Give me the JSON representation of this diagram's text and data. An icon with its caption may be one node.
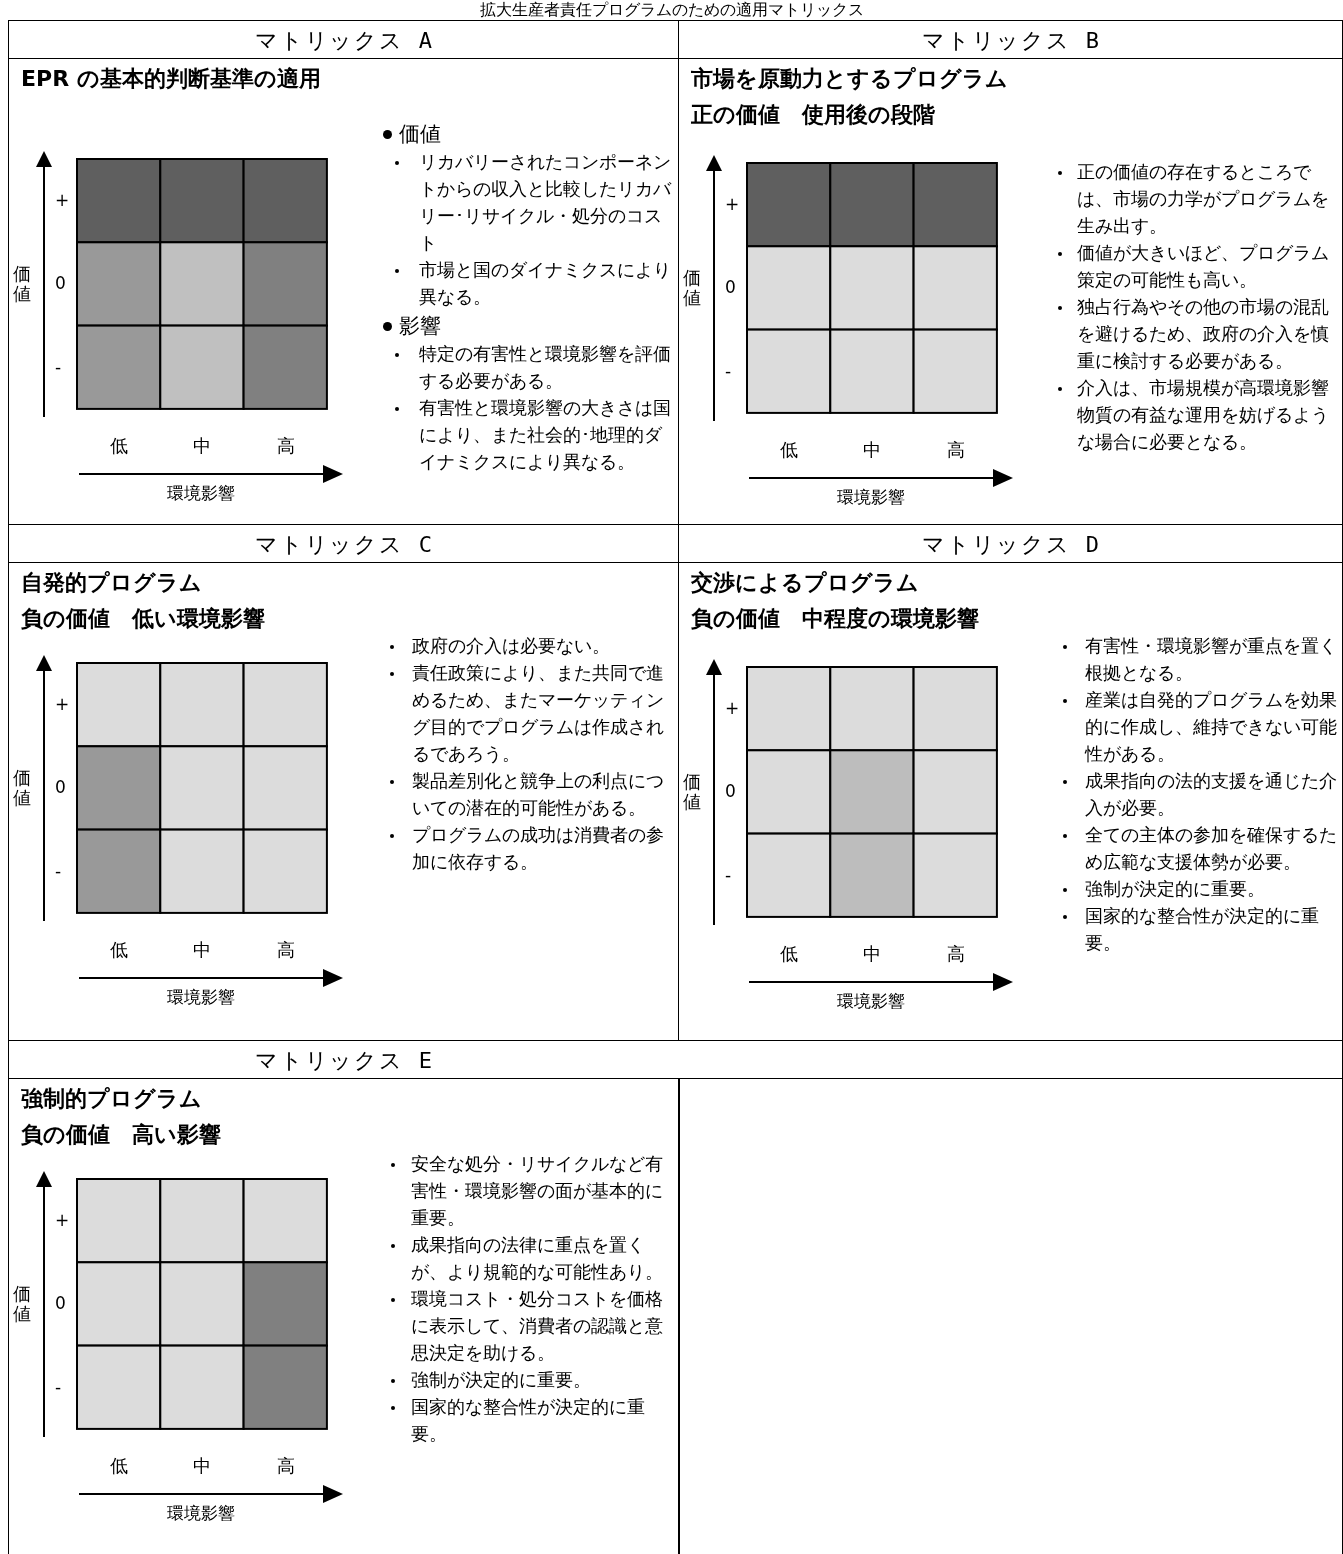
{
  "diagram": {
    "title": "拡大生産者責任プログラムのための適用マトリックス",
    "nodes": [
      {
        "text": [
          "マトリックス A",
          "EPR の基本的判断基準の適用",
          "価値",
          "リカバリーされたコンポーネントからの収入と比較したリカバリー･リサイクル・処分のコスト",
          "市場と国のダイナミクスにより異なる。",
          "影響",
          "特定の有害性と環境影響を評価する必要がある。",
          "有害性と環境影響の大きさは国により、また社会的･地理的ダイナミクスにより異なる。"
        ]
      },
      {
        "text": [
          "マトリックス B",
          "市場を原動力とするプログラム",
          "正の価値　使用後の段階",
          "正の価値の存在するところでは、市場の力学がプログラムを生み出す。",
          "価値が大きいほど、プログラム策定の可能性も高い。",
          "独占行為やその他の市場の混乱を避けるため、政府の介入を慎重に検討する必要がある。",
          "介入は、市場規模が高環境影響物質の有益な運用を妨げるような場合に必要となる。"
        ]
      },
      {
        "text": [
          "マトリックス C",
          "自発的プログラム",
          "負の価値　低い環境影響",
          "政府の介入は必要ない。",
          "責任政策により、また共同で進めるため、またマーケッティング目的でプログラムは作成されるであろう。",
          "製品差別化と競争上の利点についての潜在的可能性がある。",
          "プログラムの成功は消費者の参加に依存する。"
        ]
      },
      {
        "text": [
          "マトリックス D",
          "交渉によるプログラム",
          "負の価値　中程度の環境影響",
          "有害性・環境影響が重点を置く根拠となる。",
          "産業は自発的プログラムを効果的に作成し、維持できない可能性がある。",
          "成果指向の法的支援を通じた介入が必要。",
          "全ての主体の参加を確保するため広範な支援体勢が必要。",
          "強制が決定的に重要。",
          "国家的な整合性が決定的に重要。"
        ]
      },
      {
        "text": [
          "マトリックス E",
          "強制的プログラム",
          "負の価値　高い影響",
          "安全な処分・リサイクルなど有害性・環境影響の面が基本的に重要。",
          "成果指向の法律に重点を置くが、より規範的な可能性あり。",
          "環境コスト・処分コストを価格に表示して、消費者の認識と意思決定を助ける。",
          "強制が決定的に重要。",
          "国家的な整合性が決定的に重要。"
        ]
      }
    ],
    "labels": [
      "価値",
      "+",
      "0",
      "-",
      "低",
      "中",
      "高",
      "環境影響",
      "価値",
      "+",
      "0",
      "-",
      "低",
      "中",
      "高",
      "環境影響",
      "価値",
      "+",
      "0",
      "-",
      "低",
      "中",
      "高",
      "環境影響",
      "価値",
      "+",
      "0",
      "-",
      "低",
      "中",
      "高",
      "環境影響",
      "価値",
      "+",
      "0",
      "-",
      "低",
      "中",
      "高",
      "環境影響"
    ]
  }
}
